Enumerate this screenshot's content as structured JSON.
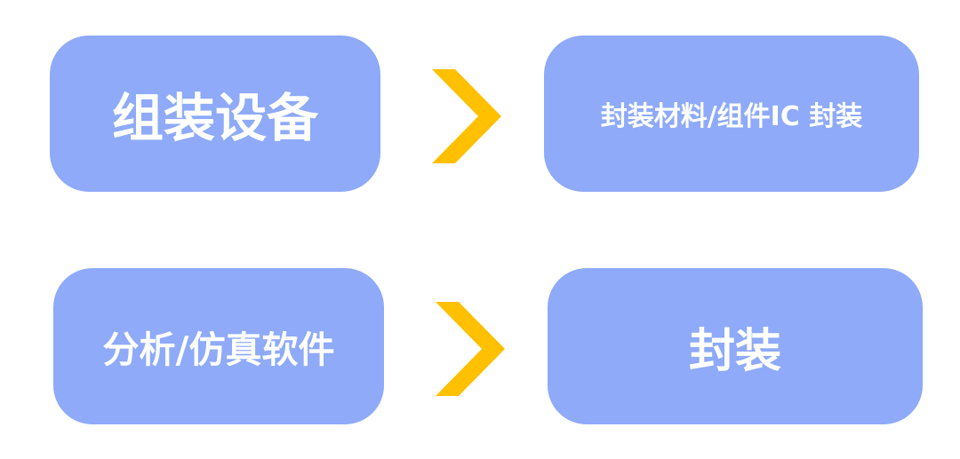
{
  "colors": {
    "box_fill": "#8eaaf8",
    "box_text": "#ffffff",
    "arrow": "#ffc000",
    "background": "#ffffff"
  },
  "rows": [
    {
      "left": {
        "label": "组装设备"
      },
      "arrow_icon": "chevron-right-icon",
      "right": {
        "label": "封装材料/组件IC 封装"
      }
    },
    {
      "left": {
        "label": "分析/仿真软件"
      },
      "arrow_icon": "chevron-right-icon",
      "right": {
        "label": "封装"
      }
    }
  ]
}
